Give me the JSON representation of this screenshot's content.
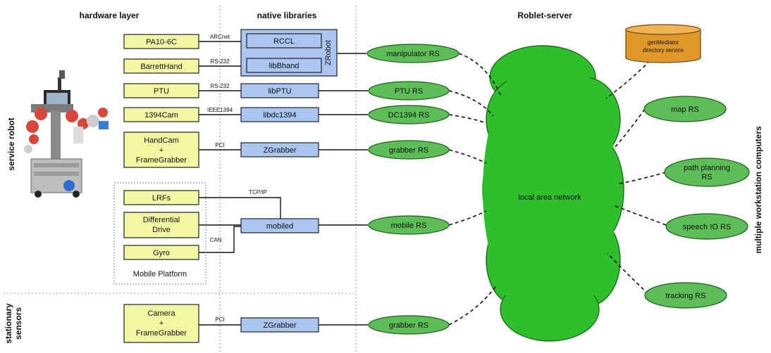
{
  "headers": {
    "hardware_layer": "hardware layer",
    "native_libraries": "native libraries",
    "roblet_server": "Roblet-server"
  },
  "side_labels": {
    "service_robot": "service robot",
    "stationary_sensors": "stationary sensors",
    "multiple_workstation_computers": "multiple workstation computers"
  },
  "hardware": {
    "pa10": "PA10-6C",
    "barretthand": "BarrettHand",
    "ptu": "PTU",
    "cam1394": "1394Cam",
    "handcam_l1": "HandCam",
    "handcam_l2": "+",
    "handcam_l3": "FrameGrabber",
    "lrfs": "LRFs",
    "diffdrive_l1": "Differential",
    "diffdrive_l2": "Drive",
    "gyro": "Gyro",
    "mobile_platform": "Mobile Platform",
    "camera_l1": "Camera",
    "camera_l2": "+",
    "camera_l3": "FrameGrabber"
  },
  "libraries": {
    "rccl": "RCCL",
    "libbhand": "libBhand",
    "zrobot": "ZRobot",
    "libptu": "libPTU",
    "libdc1394": "libdc1394",
    "zgrabber": "ZGrabber",
    "mobiled": "mobiled",
    "zgrabber2": "ZGrabber"
  },
  "connections": {
    "arcnet": "ARCnet",
    "rs232_a": "RS-232",
    "rs232_b": "RS-232",
    "ieee1394": "IEEE1394",
    "pci_a": "PCI",
    "tcpip": "TCP/IP",
    "can": "CAN",
    "pci_b": "PCI"
  },
  "roblet_servers": {
    "manipulator": "manipulator RS",
    "ptu": "PTU RS",
    "dc1394": "DC1394 RS",
    "grabber": "grabber RS",
    "mobile": "mobile RS",
    "grabber2": "grabber RS"
  },
  "network": {
    "lan": "local area network",
    "db_l1": "genMediator",
    "db_l2": "directory service"
  },
  "workstation_servers": {
    "map": "map RS",
    "path_l1": "path planning",
    "path_l2": "RS",
    "speech": "speech IO RS",
    "tracking": "tracking RS"
  },
  "colors": {
    "hardware_box": "#f2f7a4",
    "library_box": "#a9c5f0",
    "roblet_ellipse": "#5dbe57",
    "cloud": "#2fbf2c",
    "database": "#e0982a"
  }
}
